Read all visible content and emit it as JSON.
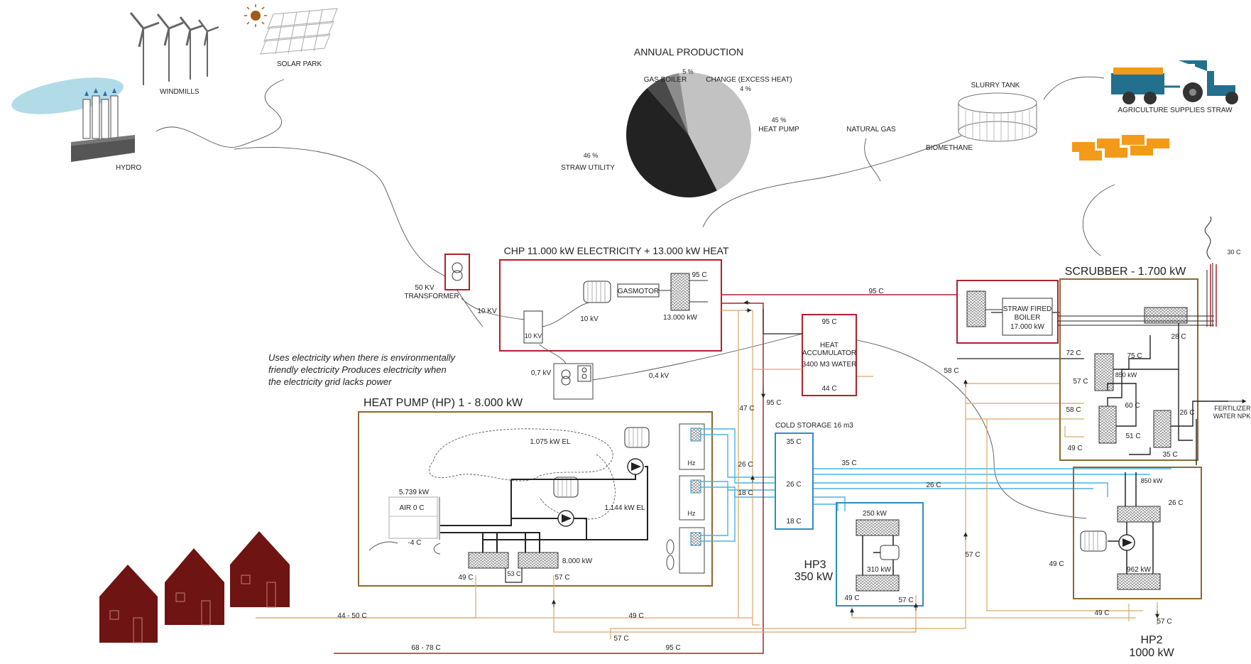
{
  "colors": {
    "red": "#b0202c",
    "brown": "#8b6a2e",
    "blue": "#2a8fc0",
    "lightblue": "#4ab3dd",
    "tan": "#d9a868",
    "pink": "#e07080",
    "dark": "#222222",
    "house": "#6e1412",
    "tractor": "#236f8e",
    "straw": "#f39a1b"
  },
  "icons": [
    "hydro-icon",
    "windmill-icon",
    "solar-park-icon",
    "slurry-tank-icon",
    "tractor-icon",
    "straw-bales-icon",
    "house-icon",
    "transformer-icon",
    "gasmotor-icon",
    "pump-icon",
    "motor-icon",
    "heat-exchanger-icon",
    "fan-icon",
    "chimney-icon"
  ],
  "sources": {
    "hydro": "HYDRO",
    "windmills": "WINDMILLS",
    "solar": "SOLAR PARK",
    "natural_gas": "NATURAL GAS",
    "biomethane": "BIOMETHANE",
    "slurry_tank": "SLURRY TANK",
    "agriculture": "AGRICULTURE SUPPLIES STRAW"
  },
  "annual": {
    "title": "ANNUAL PRODUCTION",
    "gas_pct": "5 %",
    "gas_label": "GAS BOILER",
    "change_label": "CHANGE (EXCESS HEAT)",
    "change_pct": "4 %",
    "hp_pct": "45 %",
    "hp_label": "HEAT PUMP",
    "straw_pct": "46 %",
    "straw_label": "STRAW UTILITY"
  },
  "chart_data": {
    "type": "pie",
    "title": "ANNUAL PRODUCTION",
    "slices": [
      {
        "label": "STRAW UTILITY",
        "value": 46,
        "color": "#222222"
      },
      {
        "label": "GAS BOILER",
        "value": 5,
        "color": "#4a4a4a"
      },
      {
        "label": "CHANGE (EXCESS HEAT)",
        "value": 4,
        "color": "#8c8c8c"
      },
      {
        "label": "HEAT PUMP",
        "value": 45,
        "color": "#c2c2c2"
      }
    ]
  },
  "chp": {
    "title": "CHP 11.000 kW ELECTRICITY + 13.000 kW HEAT",
    "gasmotor": "GASMOTOR",
    "temp": "95 C",
    "power": "13.000 kW",
    "kv10": "10 KV",
    "kv10b": "10 kV"
  },
  "transformer": {
    "kv50": "50 KV",
    "label": "TRANSFORMER",
    "kv10": "10 KV",
    "kv07": "0,7 kV",
    "kv04": "0,4 kV"
  },
  "note": {
    "line1": "Uses electricity when there is environmentally",
    "line2": "friendly electricity Produces electricity when",
    "line3": "the electricity grid lacks power"
  },
  "hp1": {
    "title": "HEAT PUMP (HP) 1 - 8.000 kW",
    "el1": "1.075 kW EL",
    "el2": "1.144 kW EL",
    "air_kw": "5.739 kW",
    "air": "AIR  0 C",
    "minus4": "-4 C",
    "kw8000": "8.000 kW",
    "t49": "49 C",
    "t53": "53 C",
    "t57": "57 C",
    "hz1": "Hz",
    "hz2": "Hz"
  },
  "accumulator": {
    "t95": "95 C",
    "l1": "HEAT",
    "l2": "ACCUMULATOR",
    "l3": "3400 M3 WATER",
    "t44": "44 C"
  },
  "cold": {
    "title": "COLD STORAGE 16 m3",
    "t35": "35 C",
    "t26": "26 C",
    "t18": "18 C"
  },
  "hp3": {
    "l1": "HP3",
    "l2": "350 kW",
    "kw250": "250 kW",
    "kw310": "310 kW",
    "t49": "49 C",
    "t57": "57 C"
  },
  "straw_boiler": {
    "l1": "STRAW FIRED",
    "l2": "BOILER",
    "l3": "17.000 kW"
  },
  "scrubber": {
    "title": "SCRUBBER - 1.700 kW",
    "t30": "30 C",
    "t28": "28 C",
    "t72": "72 C",
    "t75": "75 C",
    "kw850": "850 kW",
    "t57": "57 C",
    "t58": "58 C",
    "t60": "60 C",
    "t51": "51 C",
    "t49": "49 C",
    "t26": "26 C",
    "t35": "35 C",
    "fert1": "FERTILIZER",
    "fert2": "WATER NPK"
  },
  "hp2": {
    "l1": "HP2",
    "l2": "1000 kW",
    "kw850": "850 kW",
    "t26": "26 C",
    "kw962": "962 kW",
    "t49": "49 C",
    "t49b": "49 C",
    "t57": "57 C"
  },
  "pipes": {
    "p95a": "95 C",
    "p95b": "95 C",
    "p47": "47 C",
    "p26a": "26 C",
    "p18": "18 C",
    "p35": "35 C",
    "p26b": "26 C",
    "p58": "58 C",
    "p57": "57 C",
    "p4450": "44 - 50 C",
    "p49": "49 C",
    "p57b": "57 C",
    "p6878": "68 - 78 C",
    "p95c": "95 C"
  }
}
